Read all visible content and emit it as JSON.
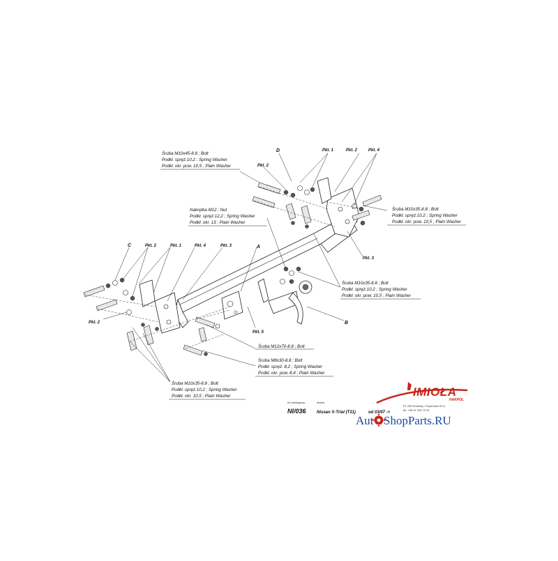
{
  "labels": {
    "top_callout": [
      "Śruba M10x45-8.8 ;  Bolt",
      "Podkł. spręż.10,2 ; Spring Washer",
      "Podkł. okr. pow. 10,5 ; Plain Washer"
    ],
    "nut_callout": [
      "Nakrętka  M12 ; Nut",
      "Podkł. spręż.12,2 ; Spring Washer",
      "Podkł. okr. 13 ; Plain Washer"
    ],
    "right_callout": [
      "Śruba M10x35-8.8 ;  Bolt",
      "Podkł. spręż.10,2 ; Spring Washer",
      "Podkł. okr. pow. 10,5 ; Plain Washer"
    ],
    "mid_callout": [
      "Śruba M10x35-8.8 ;  Bolt",
      "Podkł. spręż.10,2 ; Spring Washer",
      "Podkł. okr. pow. 10,5 ; Plain Washer"
    ],
    "m12_callout": [
      "Śruba M12x70-8.8 ;  Bolt"
    ],
    "m8_callout": [
      "Śruba M8x30-8.8 ;  Bolt",
      "Podkł. spręż. 8,2 ; Spring Washer",
      "Podkł. okr. pow. 8,4 ; Plain Washer"
    ],
    "left_callout": [
      "Śruba M10x35-8.8 ;  Bolt",
      "Podkł. spręż.10,2 ; Spring Washer",
      "Podkł. okr. 10,5 ; Plain Washer"
    ]
  },
  "points": {
    "D": "D",
    "C": "C",
    "A": "A",
    "B": "B",
    "pkt1": "Pkt. 1",
    "pkt2": "Pkt. 2",
    "pkt3": "Pkt. 3",
    "pkt4": "Pkt. 4",
    "pkt5": "Pkt. 5"
  },
  "title_block": {
    "nr_label": "Nr katalogowy",
    "model_label": "Marka",
    "code": "NI/036",
    "vehicle": "Nissan X-Trial (T31)",
    "date": "od 03/07 ->"
  },
  "brand": {
    "logo": "IMIOŁA",
    "sub": "HAKPOL",
    "address_1": "PL 339 Rowiany, Chopinowa 20 A",
    "address_2": "tel. +48 41 326 73 31"
  },
  "watermark": {
    "prefix": "Aut",
    "suffix": "ShopParts.RU"
  },
  "colors": {
    "brand_red": "#c8241a",
    "watermark_blue": "#1f4aa0"
  }
}
